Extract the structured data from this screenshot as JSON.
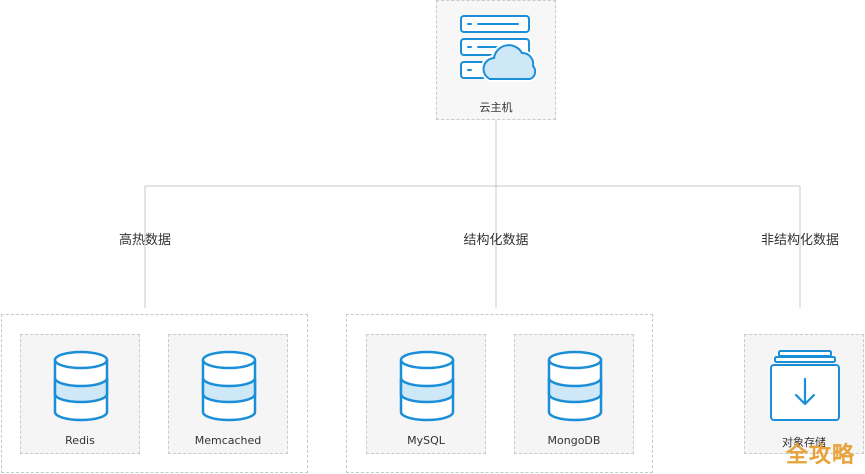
{
  "top_node": {
    "label": "云主机",
    "icon": "server-cloud-icon"
  },
  "branches": [
    {
      "label": "高热数据",
      "nodes": [
        {
          "label": "Redis",
          "icon": "database-icon"
        },
        {
          "label": "Memcached",
          "icon": "database-icon"
        }
      ]
    },
    {
      "label": "结构化数据",
      "nodes": [
        {
          "label": "MySQL",
          "icon": "database-icon"
        },
        {
          "label": "MongoDB",
          "icon": "database-icon"
        }
      ]
    },
    {
      "label": "非结构化数据",
      "nodes": [
        {
          "label": "对象存储",
          "icon": "object-storage-icon"
        }
      ]
    }
  ],
  "colors": {
    "accent": "#1a8fd8",
    "fill_light": "#cfe8f7",
    "card_bg": "#f5f5f5",
    "line": "#c8c8c8"
  },
  "watermark": "全攻略"
}
